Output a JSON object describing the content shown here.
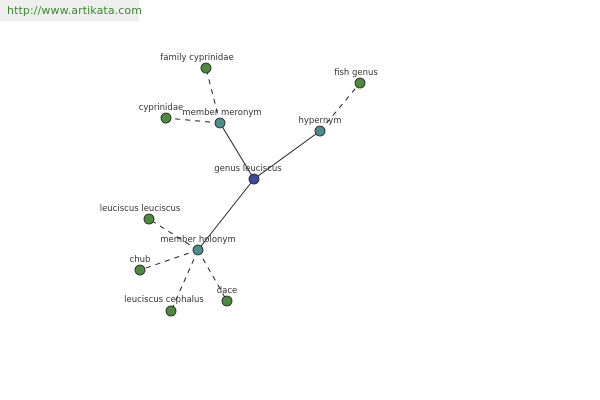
{
  "banner": {
    "url": "http://www.artikata.com"
  },
  "colors": {
    "center": "#3a4a9c",
    "relation": "#4b8c8c",
    "leaf": "#4e8a3e",
    "stroke": "#222222",
    "url_text": "#3a8a2e"
  },
  "nodes": [
    {
      "id": "genus-leuciscus",
      "label": "genus leuciscus",
      "kind": "center"
    },
    {
      "id": "member-meronym",
      "label": "member meronym",
      "kind": "relation"
    },
    {
      "id": "hypernym",
      "label": "hypernym",
      "kind": "relation"
    },
    {
      "id": "member-holonym",
      "label": "member holonym",
      "kind": "relation"
    },
    {
      "id": "family-cyprinidae",
      "label": "family cyprinidae",
      "kind": "leaf"
    },
    {
      "id": "cyprinidae",
      "label": "cyprinidae",
      "kind": "leaf"
    },
    {
      "id": "fish-genus",
      "label": "fish genus",
      "kind": "leaf"
    },
    {
      "id": "leuciscus-leuciscus",
      "label": "leuciscus leuciscus",
      "kind": "leaf"
    },
    {
      "id": "chub",
      "label": "chub",
      "kind": "leaf"
    },
    {
      "id": "leuciscus-cephalus",
      "label": "leuciscus cephalus",
      "kind": "leaf"
    },
    {
      "id": "dace",
      "label": "dace",
      "kind": "leaf"
    }
  ],
  "edges": [
    {
      "from": "genus-leuciscus",
      "to": "member-meronym",
      "style": "solid"
    },
    {
      "from": "genus-leuciscus",
      "to": "hypernym",
      "style": "solid"
    },
    {
      "from": "genus-leuciscus",
      "to": "member-holonym",
      "style": "solid"
    },
    {
      "from": "member-meronym",
      "to": "family-cyprinidae",
      "style": "dashed"
    },
    {
      "from": "member-meronym",
      "to": "cyprinidae",
      "style": "dashed"
    },
    {
      "from": "hypernym",
      "to": "fish-genus",
      "style": "dashed"
    },
    {
      "from": "member-holonym",
      "to": "leuciscus-leuciscus",
      "style": "dashed"
    },
    {
      "from": "member-holonym",
      "to": "chub",
      "style": "dashed"
    },
    {
      "from": "member-holonym",
      "to": "leuciscus-cephalus",
      "style": "dashed"
    },
    {
      "from": "member-holonym",
      "to": "dace",
      "style": "dashed"
    }
  ]
}
